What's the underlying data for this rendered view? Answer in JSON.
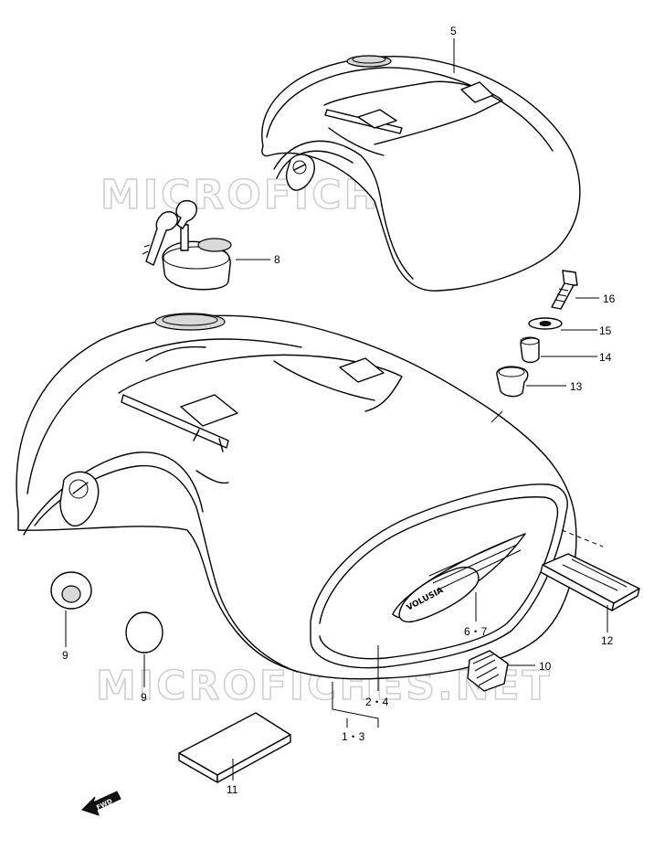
{
  "watermark": {
    "text": "MICROFICHES.NET"
  },
  "callouts": {
    "c5": "5",
    "c8": "8",
    "c16": "16",
    "c15": "15",
    "c14": "14",
    "c13": "13",
    "c12": "12",
    "c67": "6・7",
    "c10": "10",
    "c24": "2・4",
    "c13b": "1・3",
    "c9a": "9",
    "c9b": "9",
    "c11": "11"
  },
  "badge": {
    "text": "VOLUSIA"
  },
  "fwd": {
    "text": "FWD"
  },
  "colors": {
    "line": "#000000",
    "watermark": "#cfcfcf",
    "background": "#ffffff"
  }
}
